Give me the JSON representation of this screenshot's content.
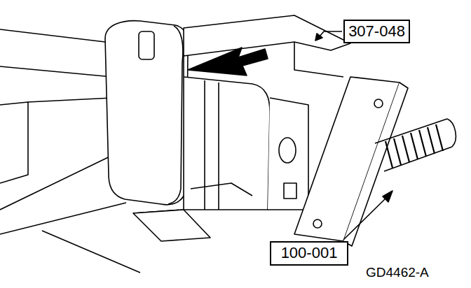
{
  "diagram": {
    "nodes": [
      {
        "text": [
          "307-048"
        ]
      },
      {
        "text": [
          "100-001"
        ]
      }
    ],
    "labels": [
      "GD4462-A"
    ]
  }
}
